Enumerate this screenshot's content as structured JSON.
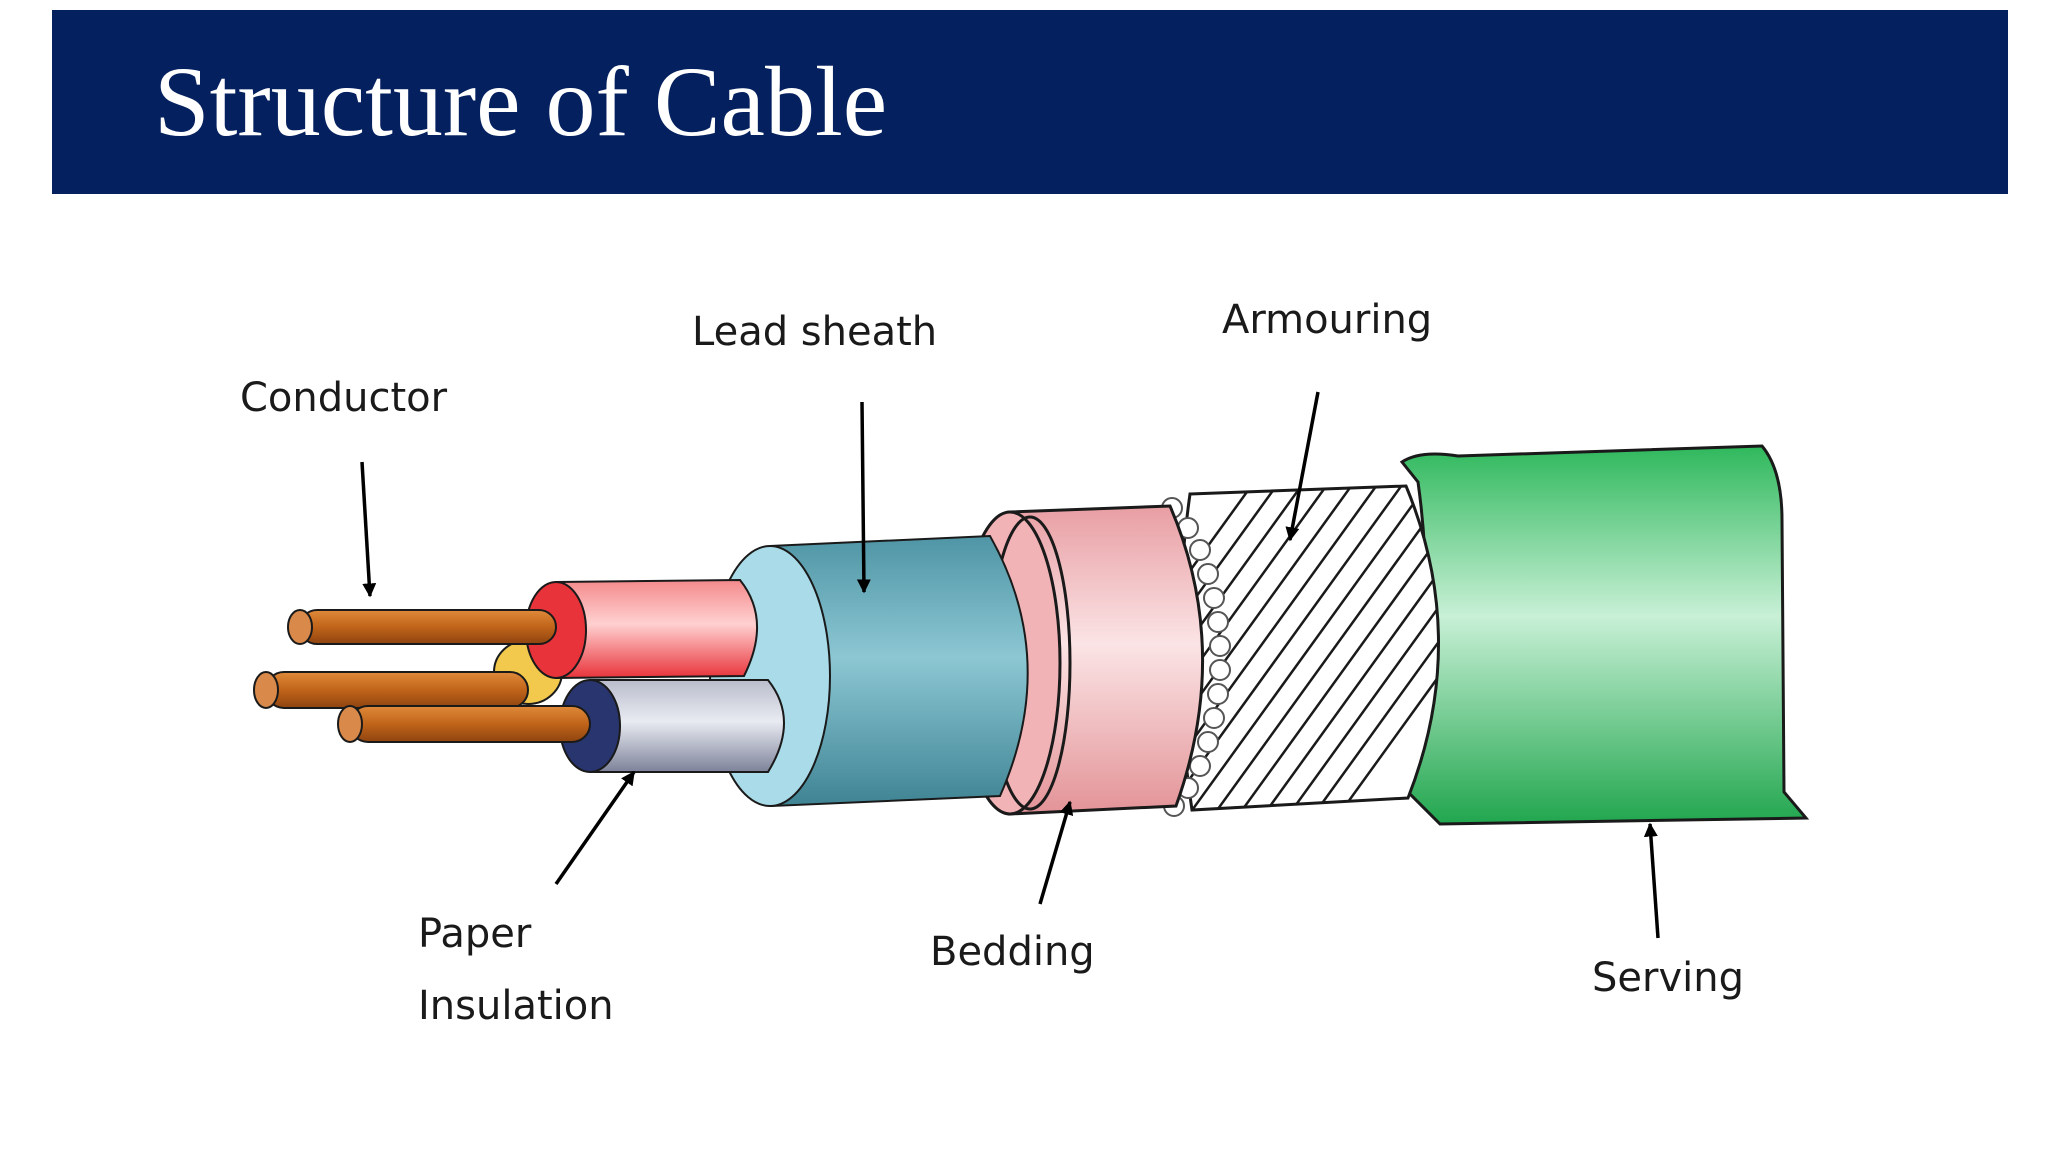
{
  "slide": {
    "title": "Structure of Cable"
  },
  "labels": {
    "conductor": "Conductor",
    "lead_sheath": "Lead sheath",
    "armouring": "Armouring",
    "paper_line1": "Paper",
    "paper_line2": "Insulation",
    "bedding": "Bedding",
    "serving": "Serving"
  },
  "colors": {
    "title_bar": "#04205f",
    "conductor": "#c0641a",
    "insulation_red": "#f0686a",
    "insulation_blue": "#28356e",
    "filler_yellow": "#f2c94c",
    "lead_sheath": "#5fa9b6",
    "lead_sheath_face": "#a9dbe8",
    "bedding": "#f2b3b6",
    "serving": "#3fc46e"
  }
}
